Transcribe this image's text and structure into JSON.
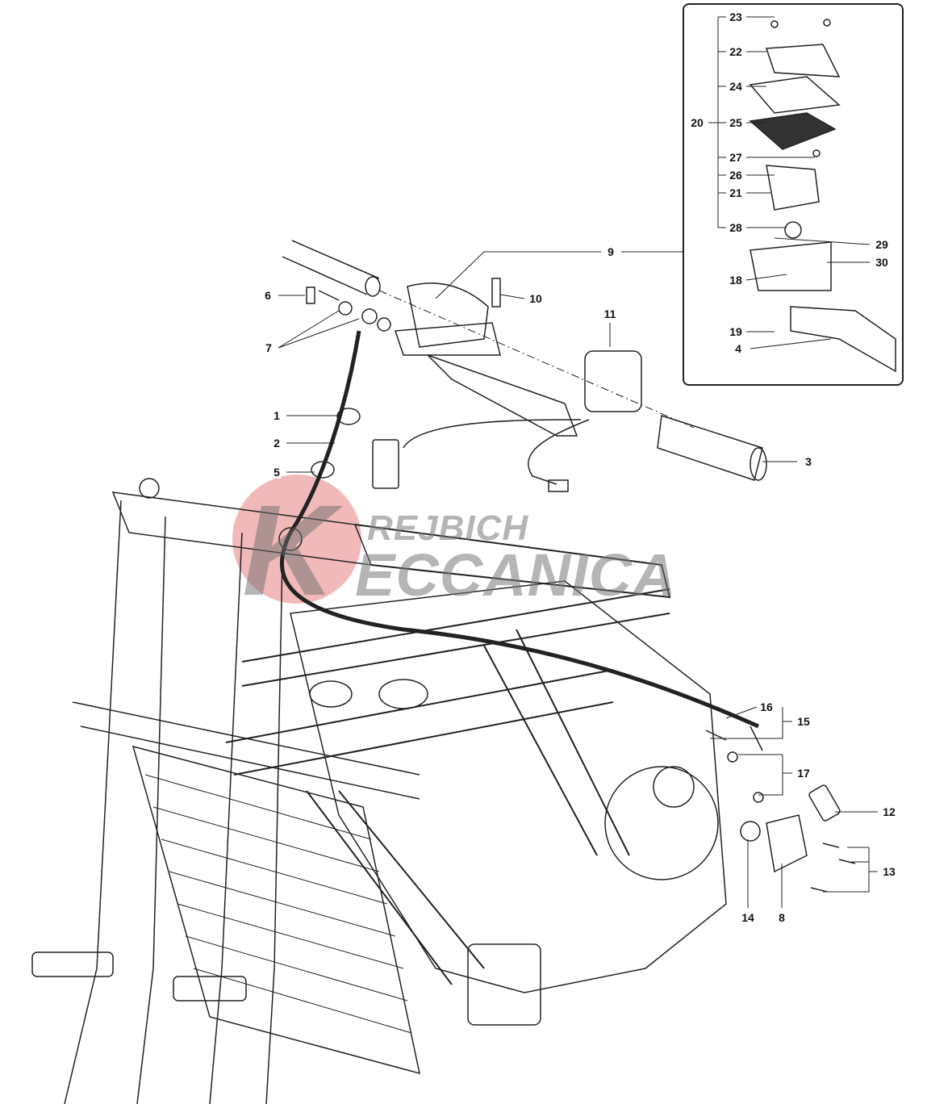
{
  "diagram": {
    "watermark": {
      "line1": "REJBICH",
      "line2": "ECCANICA",
      "monogram": "K",
      "color": "#e88a8a"
    },
    "callouts": [
      "1",
      "2",
      "3",
      "4",
      "5",
      "6",
      "7",
      "8",
      "9",
      "10",
      "11",
      "12",
      "13",
      "14",
      "15",
      "16",
      "17",
      "18",
      "19",
      "20",
      "21",
      "22",
      "23",
      "24",
      "25",
      "26",
      "27",
      "28",
      "29",
      "30"
    ],
    "inset_callouts": [
      "23",
      "22",
      "24",
      "20",
      "25",
      "27",
      "26",
      "21",
      "28",
      "29",
      "30",
      "18",
      "19",
      "4"
    ]
  }
}
